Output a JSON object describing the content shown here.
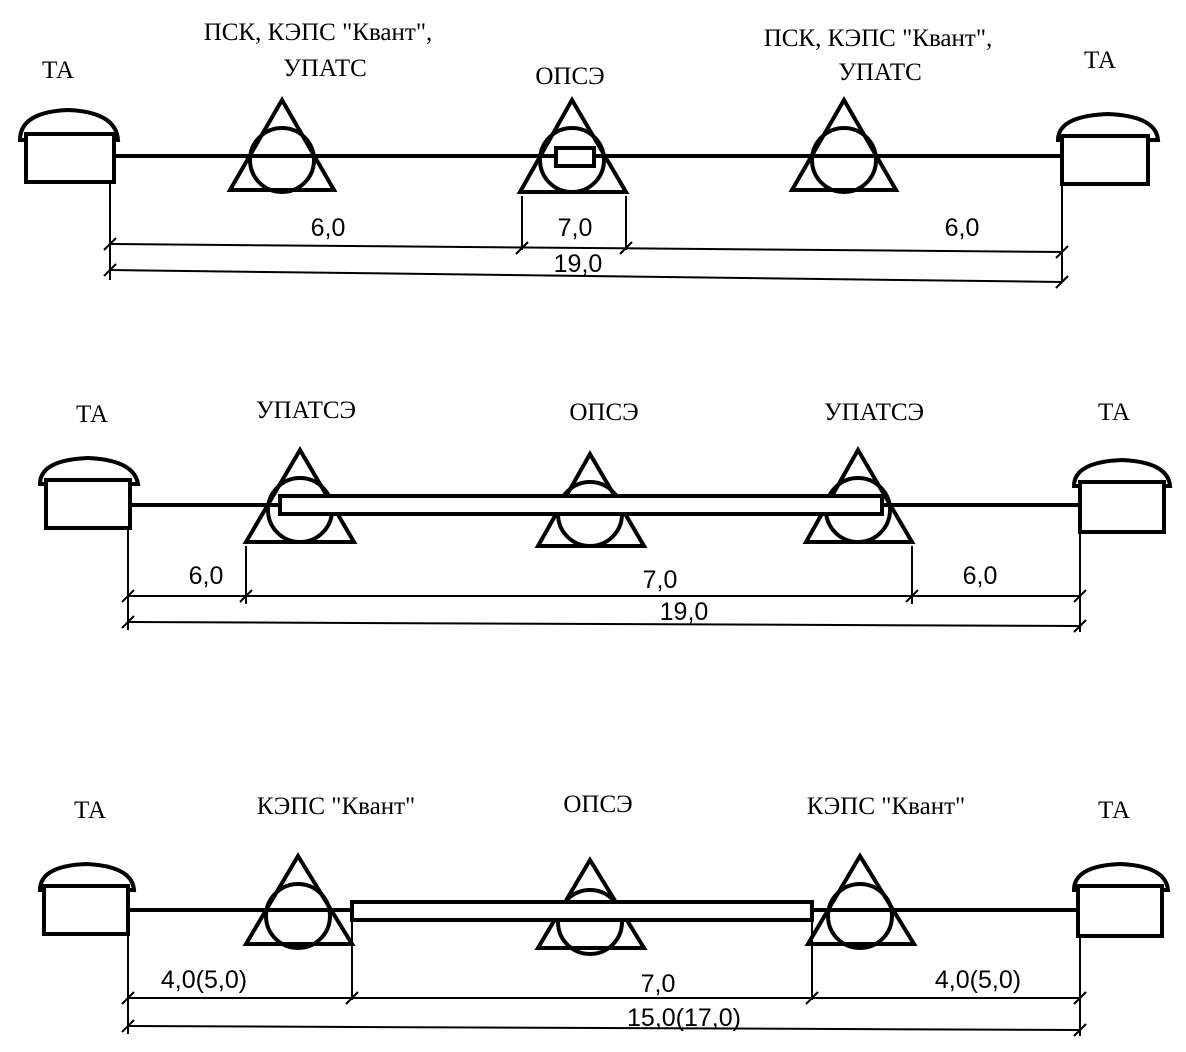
{
  "colors": {
    "line": "#000000",
    "background": "#ffffff"
  },
  "diagrams": [
    {
      "left_terminal": "ТА",
      "right_terminal": "ТА",
      "left_node": [
        "ПСК, КЭПС \"Квант\",",
        "УПАТС"
      ],
      "center_node": "ОПСЭ",
      "right_node": [
        "ПСК, КЭПС \"Квант\",",
        "УПАТС"
      ],
      "dim_left": "6,0",
      "dim_center": "7,0",
      "dim_right": "6,0",
      "dim_total": "19,0"
    },
    {
      "left_terminal": "ТА",
      "right_terminal": "ТА",
      "left_node": [
        "УПАТСЭ"
      ],
      "center_node": "ОПСЭ",
      "right_node": [
        "УПАТСЭ"
      ],
      "dim_left": "6,0",
      "dim_center": "7,0",
      "dim_right": "6,0",
      "dim_total": "19,0"
    },
    {
      "left_terminal": "ТА",
      "right_terminal": "ТА",
      "left_node": [
        "КЭПС \"Квант\""
      ],
      "center_node": "ОПСЭ",
      "right_node": [
        "КЭПС \"Квант\""
      ],
      "dim_left": "4,0(5,0)",
      "dim_center": "7,0",
      "dim_right": "4,0(5,0)",
      "dim_total": "15,0(17,0)"
    }
  ]
}
